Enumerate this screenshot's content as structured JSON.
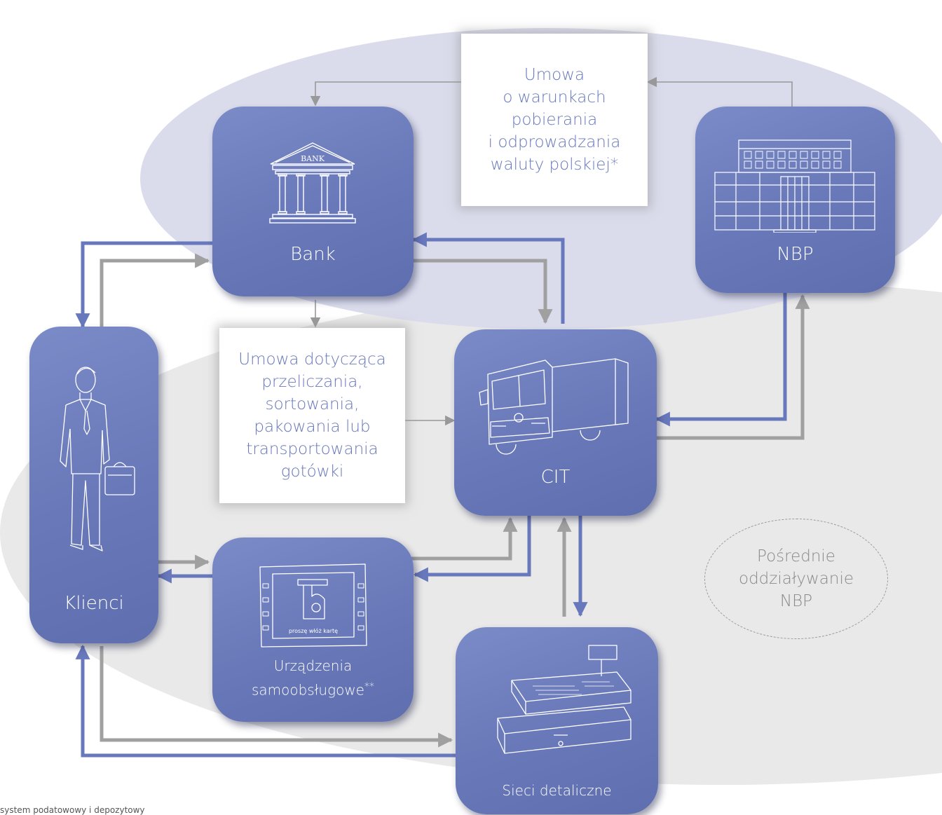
{
  "colors": {
    "node_fill": "#6d7dbf",
    "blue_arrow": "#6878bc",
    "grey_arrow": "#a0a0a0",
    "top_region": "#dadcec",
    "bottom_region": "#e9e9e9",
    "doc_text": "#6878bc",
    "note_text": "#8a8a8a"
  },
  "nodes": {
    "bank": {
      "label": "Bank",
      "icon": "bank-building-icon"
    },
    "nbp": {
      "label": "NBP",
      "icon": "central-bank-building-icon"
    },
    "klienci": {
      "label": "Klienci",
      "icon": "businessman-icon"
    },
    "cit": {
      "label": "CIT",
      "icon": "cash-truck-icon"
    },
    "atm": {
      "label": "Urządzenia\nsamoobsługowe**",
      "label_line1": "Urządzenia",
      "label_line2": "samoobsługowe",
      "label_mark": "**",
      "icon": "atm-screen-icon",
      "atm_screen_text": "proszę włóż kartę"
    },
    "retail": {
      "label": "Sieci detaliczne",
      "icon": "cash-register-icon"
    }
  },
  "documents": {
    "top": "Umowa\no warunkach\npobierania\ni odprowadzania\nwaluty polskiej*",
    "mid": "Umowa dotycząca\nprzeliczania,\nsortowania,\npakowania lub\ntransportowania\ngotówki"
  },
  "note": "Pośrednie\noddziaływanie\nNBP",
  "footnote": "system podatowowy i depozytowy",
  "bank_sign": "BANK"
}
